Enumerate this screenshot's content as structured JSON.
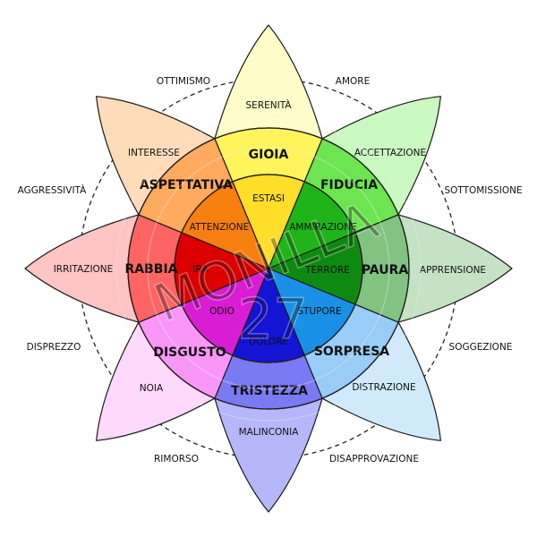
{
  "petals": [
    {
      "id": "gioia",
      "mild": "SERENITÀ",
      "basic": "GIOIA",
      "intense": "ESTASI",
      "colors": {
        "mild": "#fffcc9",
        "basic": "#fff45c",
        "intense": "#ffde29"
      }
    },
    {
      "id": "fiducia",
      "mild": "ACCETTAZIONE",
      "basic": "FIDUCIA",
      "intense": "AMMIRAZIONE",
      "colors": {
        "mild": "#c9f9c0",
        "basic": "#6de550",
        "intense": "#1fb518"
      }
    },
    {
      "id": "paura",
      "mild": "APPRENSIONE",
      "basic": "PAURA",
      "intense": "TERRORE",
      "colors": {
        "mild": "#c5e2c5",
        "basic": "#82c382",
        "intense": "#0f8a10"
      }
    },
    {
      "id": "sorpresa",
      "mild": "DISTRAZIONE",
      "basic": "SORPRESA",
      "intense": "STUPORE",
      "colors": {
        "mild": "#d0e9fb",
        "basic": "#99ccf7",
        "intense": "#1a90e6"
      }
    },
    {
      "id": "tristezza",
      "mild": "MALINCONIA",
      "basic": "TRISTEZZA",
      "intense": "DOLORE",
      "colors": {
        "mild": "#b6b6fb",
        "basic": "#7a7af4",
        "intense": "#1414d4"
      }
    },
    {
      "id": "disgusto",
      "mild": "NOIA",
      "basic": "DISGUSTO",
      "intense": "ODIO",
      "colors": {
        "mild": "#fed8fd",
        "basic": "#fa96f7",
        "intense": "#d91dd3"
      }
    },
    {
      "id": "rabbia",
      "mild": "IRRITAZIONE",
      "basic": "RABBIA",
      "intense": "IRA",
      "colors": {
        "mild": "#ffc4c4",
        "basic": "#ff6464",
        "intense": "#dc0000"
      }
    },
    {
      "id": "aspettativa",
      "mild": "INTERESSE",
      "basic": "ASPETTATIVA",
      "intense": "ATTENZIONE",
      "colors": {
        "mild": "#fedcba",
        "basic": "#ffaa5e",
        "intense": "#f77f10"
      }
    }
  ],
  "dyads": [
    "AMORE",
    "SOTTOMISSIONE",
    "SOGGEZIONE",
    "DISAPPROVAZIONE",
    "RIMORSO",
    "DISPREZZO",
    "AGGRESSIVITÀ",
    "OTTIMISMO"
  ],
  "watermark": {
    "line1": "MONILLA",
    "line2": "27"
  }
}
